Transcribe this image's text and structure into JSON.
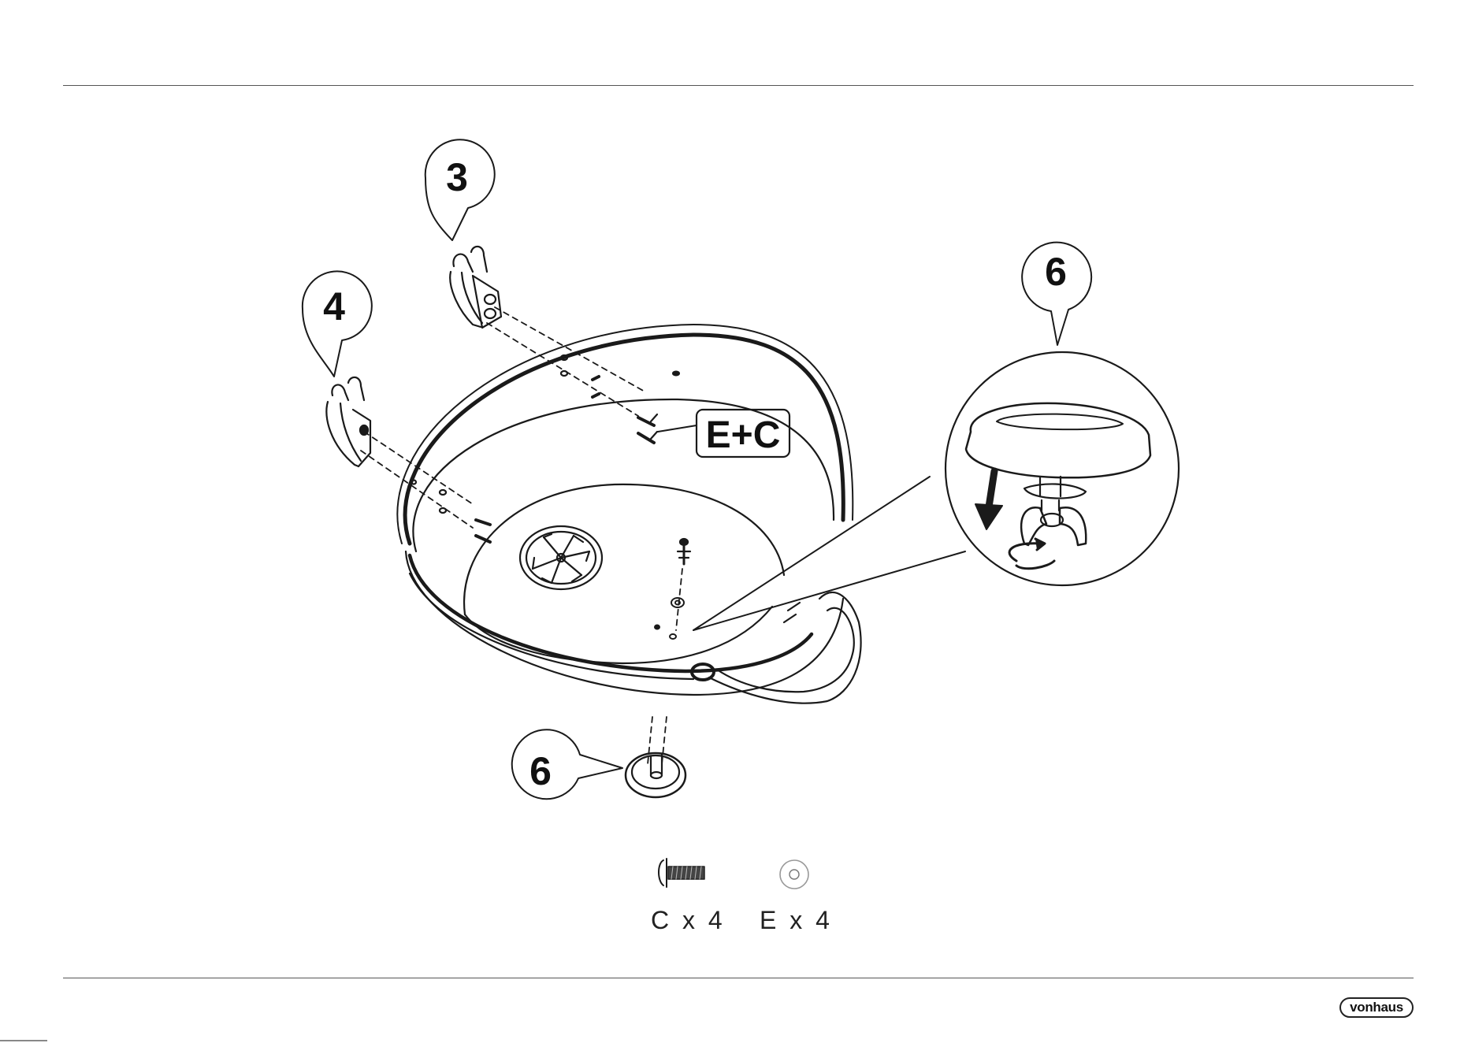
{
  "callouts": {
    "part_3": "3",
    "part_4": "4",
    "part_6_detail": "6",
    "part_6_foot": "6"
  },
  "hardware_label": "E+C",
  "hardware": [
    {
      "id": "C",
      "text": "C x 4",
      "icon": "screw-icon"
    },
    {
      "id": "E",
      "text": "E x 4",
      "icon": "washer-icon"
    }
  ],
  "brand": {
    "logo_text": "vonhaus",
    "color": "#111111"
  },
  "colors": {
    "line": "#1a1a1a",
    "rule": "#555555"
  }
}
